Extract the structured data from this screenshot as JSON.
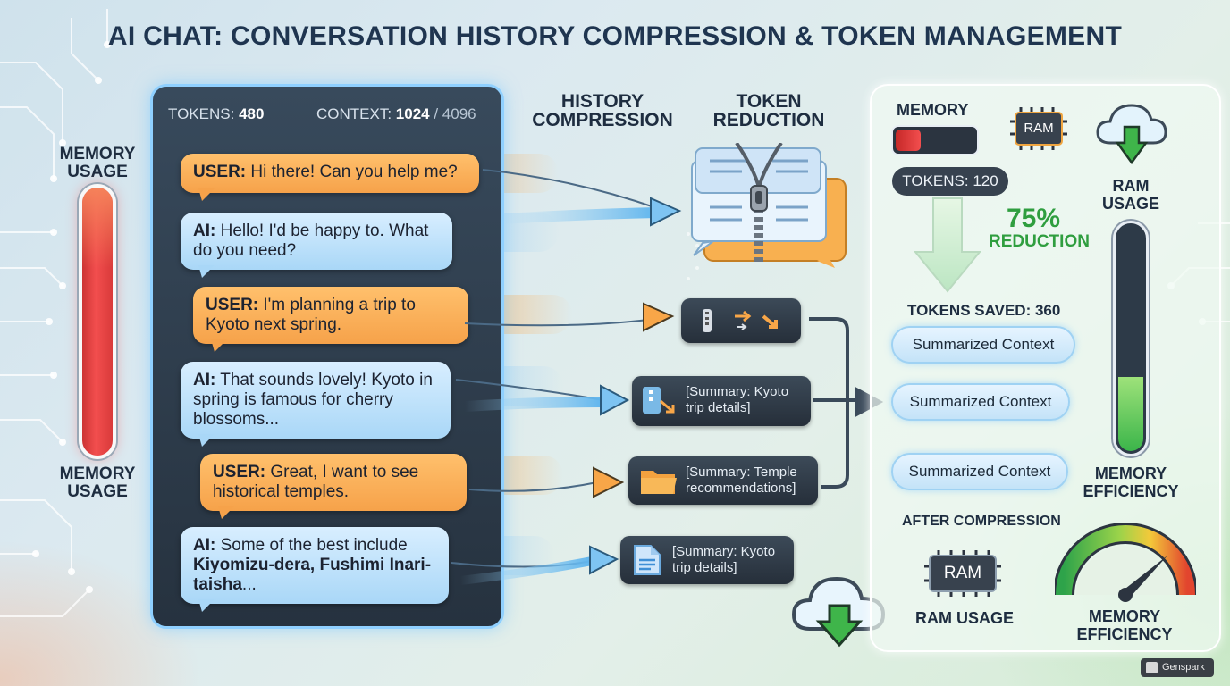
{
  "title": "AI CHAT: CONVERSATION HISTORY COMPRESSION & TOKEN MANAGEMENT",
  "left_gauge": {
    "label_top": "MEMORY USAGE",
    "label_bottom": "MEMORY USAGE",
    "level": 1.0
  },
  "chat": {
    "tokens_label": "TOKENS:",
    "tokens_value": "480",
    "context_label": "CONTEXT:",
    "context_value": "1024",
    "context_max": "/ 4096",
    "messages": [
      {
        "role": "USER:",
        "text": " Hi there! Can you help me?"
      },
      {
        "role": "AI:",
        "text": " Hello! I'd be happy to. What do you need?"
      },
      {
        "role": "USER:",
        "text": " I'm planning a trip to Kyoto next spring."
      },
      {
        "role": "AI:",
        "text": " That sounds lovely! Kyoto in spring is famous for cherry blossoms..."
      },
      {
        "role": "USER:",
        "text": " Great, I want to see historical temples."
      },
      {
        "role": "AI:",
        "text": " Some of the best include ",
        "bold_tail": "Kiyomizu-dera, Fushimi Inari-taisha",
        "tail_after": "..."
      }
    ]
  },
  "middle": {
    "history_compression": "HISTORY COMPRESSION",
    "token_reduction": "TOKEN REDUCTION",
    "summaries": [
      {
        "text": "[Summary: Kyoto trip details]",
        "icon": "zip-file-icon"
      },
      {
        "text": "[Summary: Temple recommendations]",
        "icon": "folder-icon"
      },
      {
        "text": "[Summary: Kyoto trip details]",
        "icon": "document-icon"
      }
    ]
  },
  "right": {
    "memory_label": "MEMORY",
    "memory_level": 0.3,
    "ram_chip_label": "RAM",
    "tokens_pill": "TOKENS: 120",
    "reduction_pct": "75%",
    "reduction_word": "REDUCTION",
    "tokens_saved": "TOKENS SAVED: 360",
    "summarized": [
      "Summarized Context",
      "Summarized Context",
      "Summarized Context"
    ],
    "after_compression": "AFTER COMPRESSION",
    "ram_usage_top": "RAM USAGE",
    "ram_usage_level": 0.32,
    "memory_efficiency_side": "MEMORY EFFICIENCY",
    "ram_chip_large": "RAM",
    "ram_usage_bottom": "RAM USAGE",
    "memory_efficiency_bottom": "MEMORY EFFICIENCY",
    "efficiency_level": 0.85
  },
  "watermark": "Genspark",
  "colors": {
    "user_bubble": "#f6a24a",
    "ai_bubble": "#a9d7f7",
    "panel_dark": "#2c3846",
    "accent_green": "#2f9e3f",
    "accent_red": "#e53935"
  }
}
